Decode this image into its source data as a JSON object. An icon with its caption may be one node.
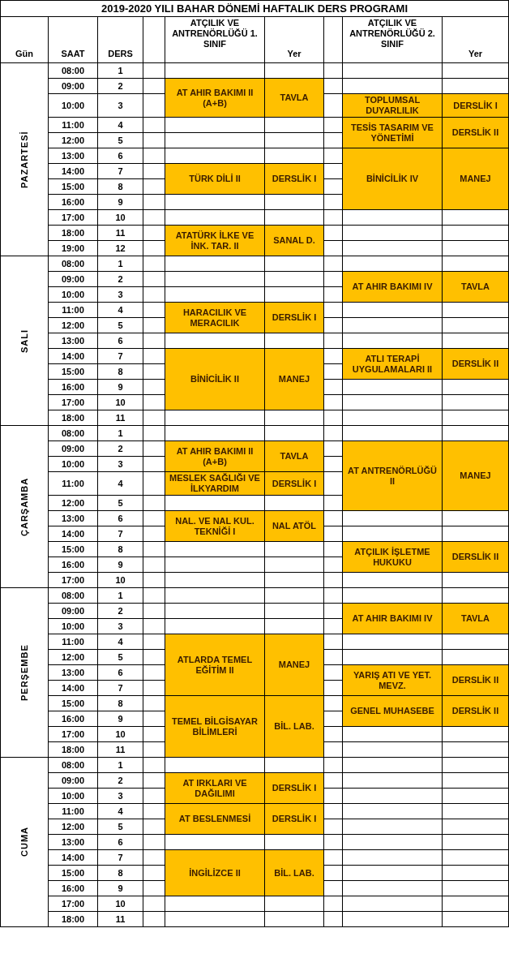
{
  "diagram": {
    "title": "2019-2020 YILI BAHAR DÖNEMİ HAFTALIK DERS PROGRAMI",
    "labels": [
      "Gün",
      "SAAT",
      "DERS",
      "ATÇILIK VE ANTRENÖRLÜĞÜ 1. SINIF",
      "Yer",
      "ATÇILIK VE ANTRENÖRLÜĞÜ 2. SINIF",
      "Yer",
      "PAZARTESİ",
      "08:00",
      "1",
      "09:00",
      "2",
      "AT AHIR BAKIMI II (A+B)",
      "TAVLA",
      "10:00",
      "3",
      "TOPLUMSAL DUYARLILIK",
      "DERSLİK I",
      "11:00",
      "4",
      "TESİS TASARIM VE YÖNETİMİ",
      "DERSLİK II",
      "12:00",
      "5",
      "13:00",
      "6",
      "BİNİCİLİK IV",
      "MANEJ",
      "14:00",
      "7",
      "TÜRK DİLİ II",
      "DERSLİK I",
      "15:00",
      "8",
      "16:00",
      "9",
      "17:00",
      "10",
      "18:00",
      "11",
      "ATATÜRK İLKE VE İNK. TAR. II",
      "SANAL D.",
      "19:00",
      "12",
      "SALI",
      "08:00",
      "1",
      "09:00",
      "2",
      "AT AHIR BAKIMI IV",
      "TAVLA",
      "10:00",
      "3",
      "11:00",
      "4",
      "HARACILIK VE MERACILIK",
      "DERSLİK I",
      "12:00",
      "5",
      "13:00",
      "6",
      "14:00",
      "7",
      "BİNİCİLİK II",
      "MANEJ",
      "ATLI TERAPİ UYGULAMALARI II",
      "DERSLİK II",
      "15:00",
      "8",
      "16:00",
      "9",
      "17:00",
      "10",
      "18:00",
      "11",
      "ÇARŞAMBA",
      "08:00",
      "1",
      "09:00",
      "2",
      "AT AHIR BAKIMI II (A+B)",
      "TAVLA",
      "AT ANTRENÖRLÜĞÜ II",
      "MANEJ",
      "10:00",
      "3",
      "11:00",
      "4",
      "MESLEK SAĞLIĞI VE İLKYARDIM",
      "DERSLİK I",
      "12:00",
      "5",
      "13:00",
      "6",
      "NAL. VE NAL KUL. TEKNİĞİ I",
      "NAL ATÖL",
      "14:00",
      "7",
      "15:00",
      "8",
      "ATÇILIK İŞLETME HUKUKU",
      "DERSLİK II",
      "16:00",
      "9",
      "17:00",
      "10",
      "PERŞEMBE",
      "08:00",
      "1",
      "09:00",
      "2",
      "AT AHIR BAKIMI IV",
      "TAVLA",
      "10:00",
      "3",
      "11:00",
      "4",
      "ATLARDA TEMEL EĞİTİM II",
      "MANEJ",
      "12:00",
      "5",
      "13:00",
      "6",
      "YARIŞ ATI VE YET. MEVZ.",
      "DERSLİK II",
      "14:00",
      "7",
      "15:00",
      "8",
      "TEMEL BİLGİSAYAR BİLİMLERİ",
      "BİL. LAB.",
      "GENEL MUHASEBE",
      "DERSLİK II",
      "16:00",
      "9",
      "17:00",
      "10",
      "18:00",
      "11",
      "CUMA",
      "08:00",
      "1",
      "09:00",
      "2",
      "AT IRKLARI VE DAĞILIMI",
      "DERSLİK I",
      "10:00",
      "3",
      "11:00",
      "4",
      "AT BESLENMESİ",
      "DERSLİK I",
      "12:00",
      "5",
      "13:00",
      "6",
      "14:00",
      "7",
      "15:00",
      "8",
      "İNGİLİZCE II",
      "BİL. LAB.",
      "16:00",
      "9",
      "17:00",
      "10",
      "18:00",
      "11"
    ]
  }
}
